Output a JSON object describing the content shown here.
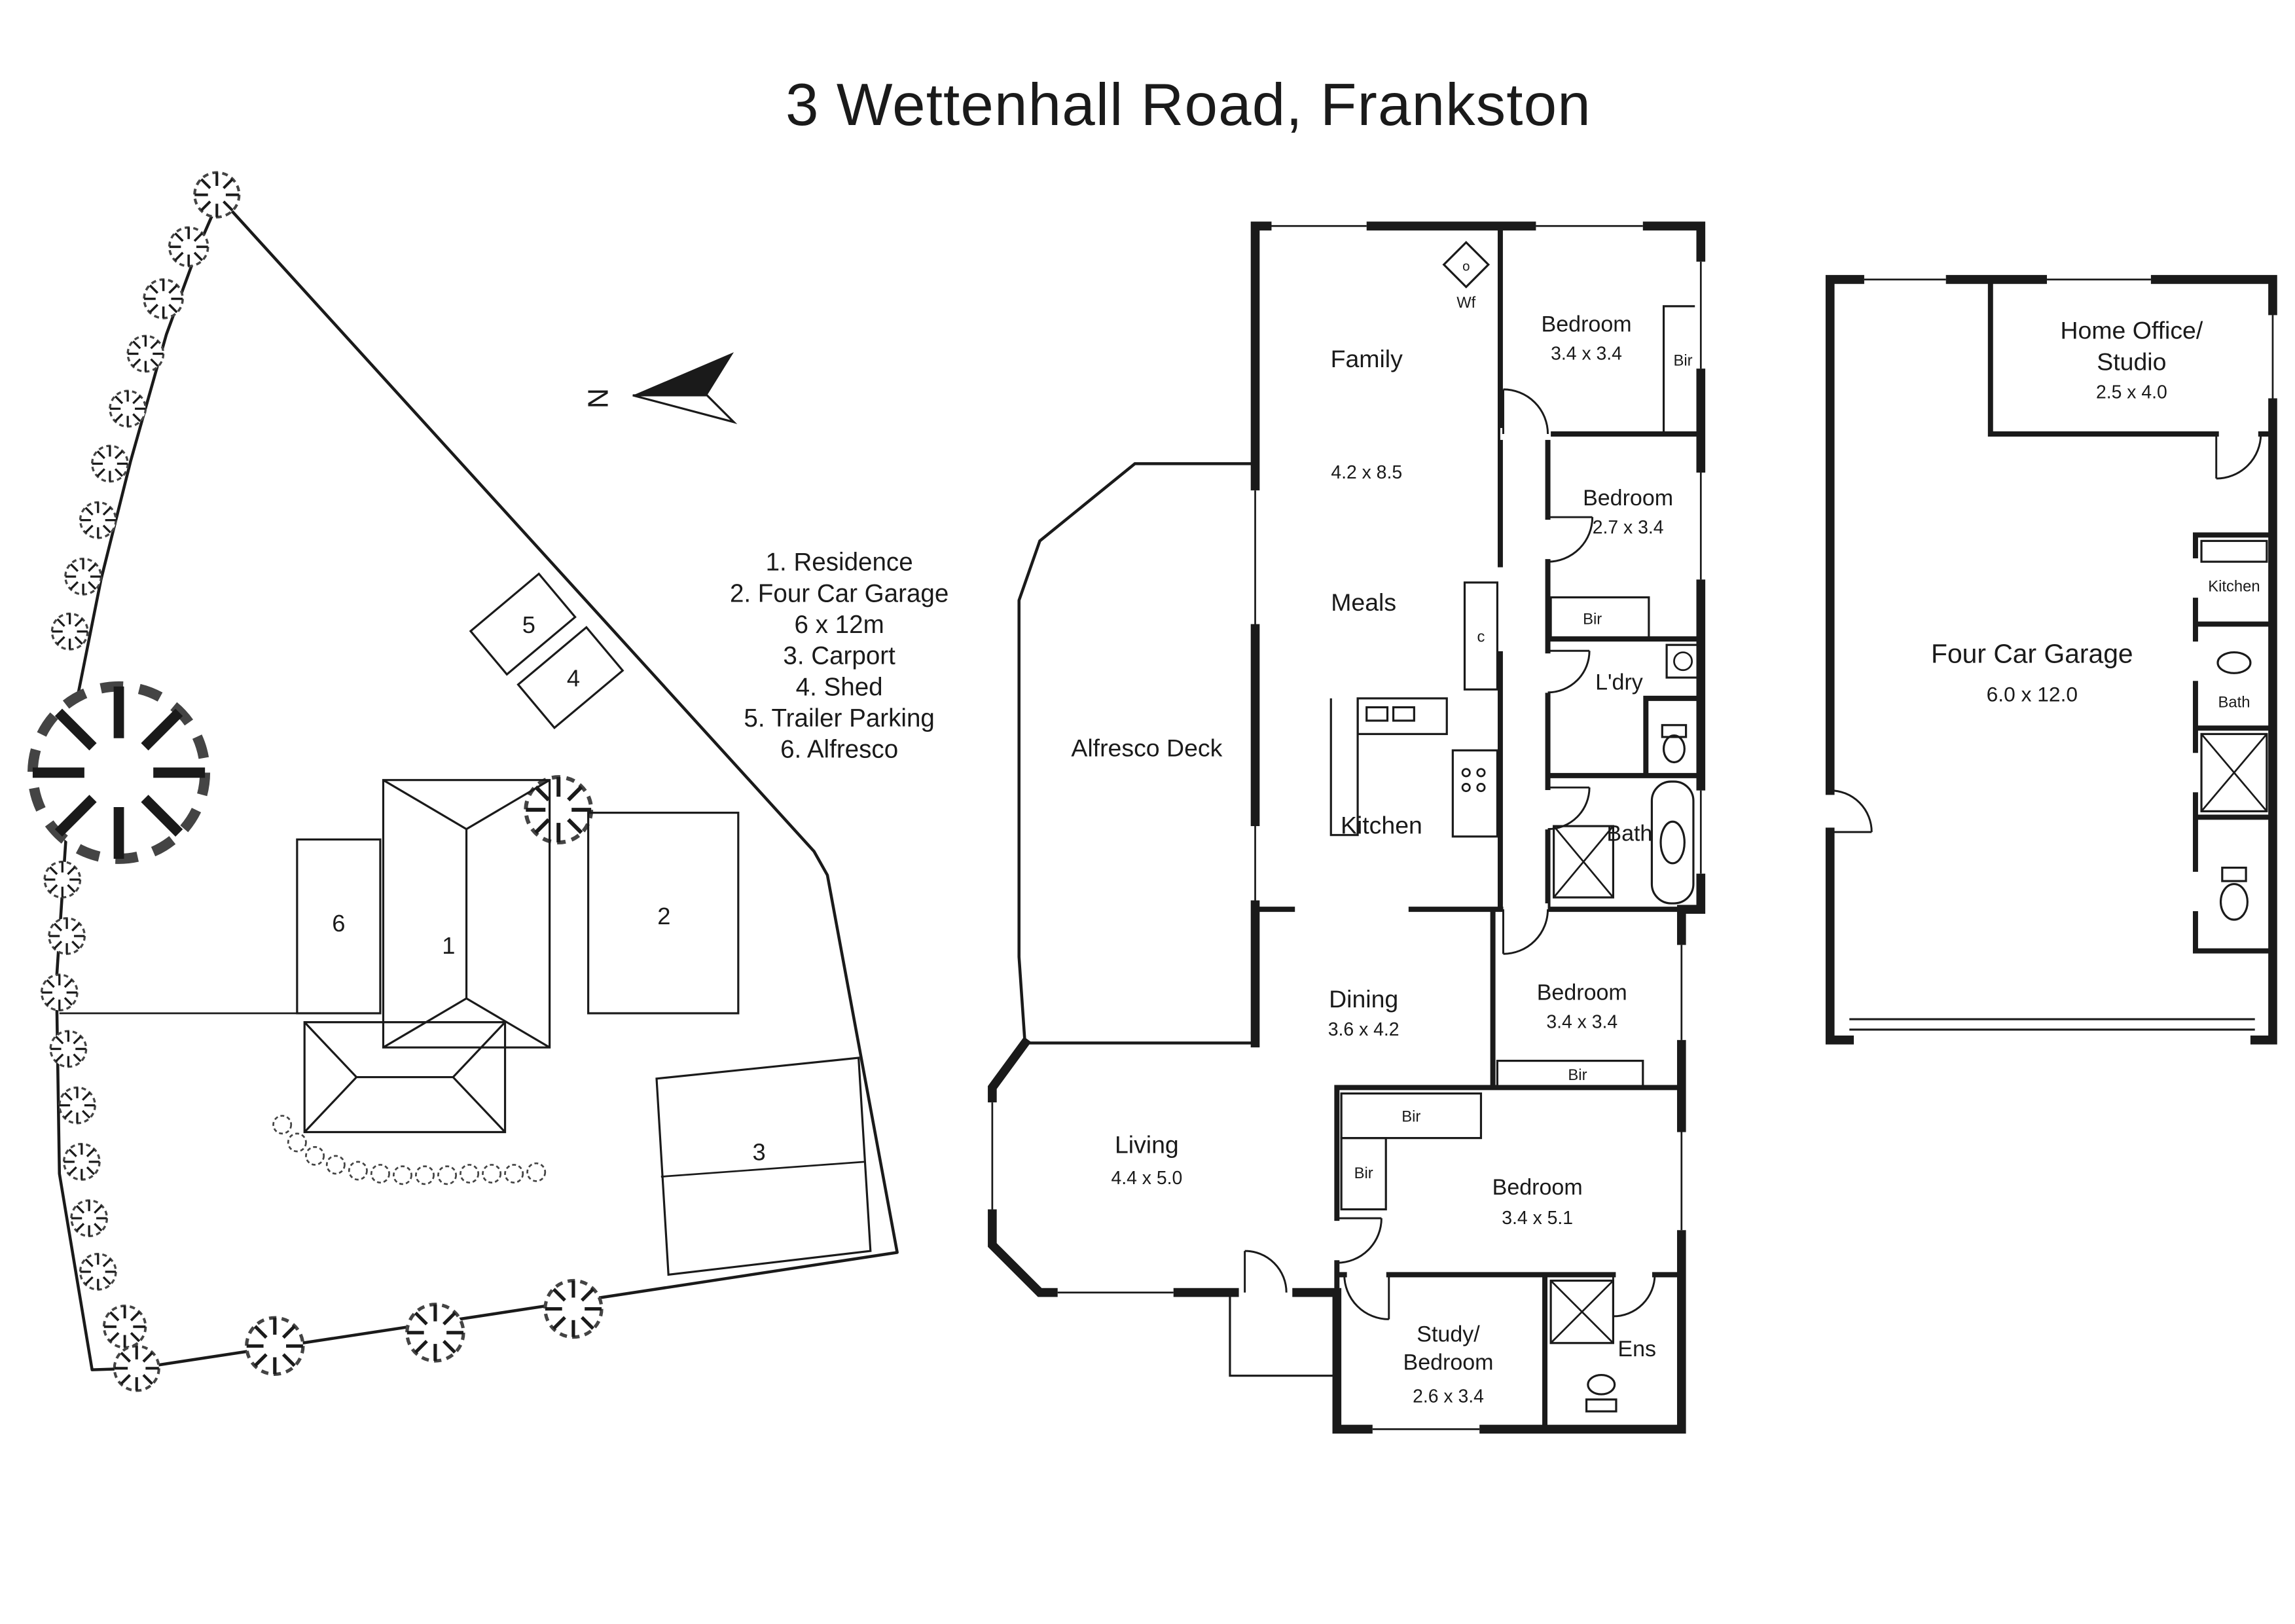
{
  "title": "3 Wettenhall Road, Frankston",
  "colors": {
    "ink": "#1a1a1a",
    "paper": "#ffffff"
  },
  "site_plan": {
    "north_label": "N",
    "legend_lines": [
      "1. Residence",
      "2. Four Car Garage",
      "6 x 12m",
      "3. Carport",
      "4. Shed",
      "5. Trailer Parking",
      "6. Alfresco"
    ],
    "markers": {
      "residence": "1",
      "four_car_garage": "2",
      "carport": "3",
      "shed": "4",
      "trailer_parking": "5",
      "alfresco": "6"
    }
  },
  "main_plan": {
    "fireplace": {
      "symbol": "o",
      "label": "Wf"
    },
    "cupboard_label": "c",
    "rooms": {
      "family": {
        "name": "Family",
        "dims": "4.2 x 8.5"
      },
      "bedroom_top": {
        "name": "Bedroom",
        "dims": "3.4 x 3.4"
      },
      "bedroom_mid": {
        "name": "Bedroom",
        "dims": "2.7 x 3.4"
      },
      "meals": {
        "name": "Meals"
      },
      "laundry": {
        "name": "L'dry"
      },
      "alfresco_deck": {
        "name": "Alfresco Deck"
      },
      "kitchen": {
        "name": "Kitchen"
      },
      "bath": {
        "name": "Bath"
      },
      "dining": {
        "name": "Dining",
        "dims": "3.6 x 4.2"
      },
      "bedroom_right": {
        "name": "Bedroom",
        "dims": "3.4 x 3.4"
      },
      "living": {
        "name": "Living",
        "dims": "4.4 x 5.0"
      },
      "bedroom_lower": {
        "name": "Bedroom",
        "dims": "3.4 x 5.1"
      },
      "study": {
        "line1": "Study/",
        "line2": "Bedroom",
        "dims": "2.6 x 3.4"
      },
      "ensuite": {
        "name": "Ens"
      }
    },
    "robe_labels": [
      "Bir",
      "Bir",
      "Bir",
      "Bir",
      "Bir"
    ]
  },
  "garage_plan": {
    "home_office": {
      "line1": "Home Office/",
      "line2": "Studio",
      "dims": "2.5 x 4.0"
    },
    "garage": {
      "name": "Four Car Garage",
      "dims": "6.0 x 12.0"
    },
    "kitchen": {
      "name": "Kitchen"
    },
    "bath": {
      "name": "Bath"
    }
  }
}
